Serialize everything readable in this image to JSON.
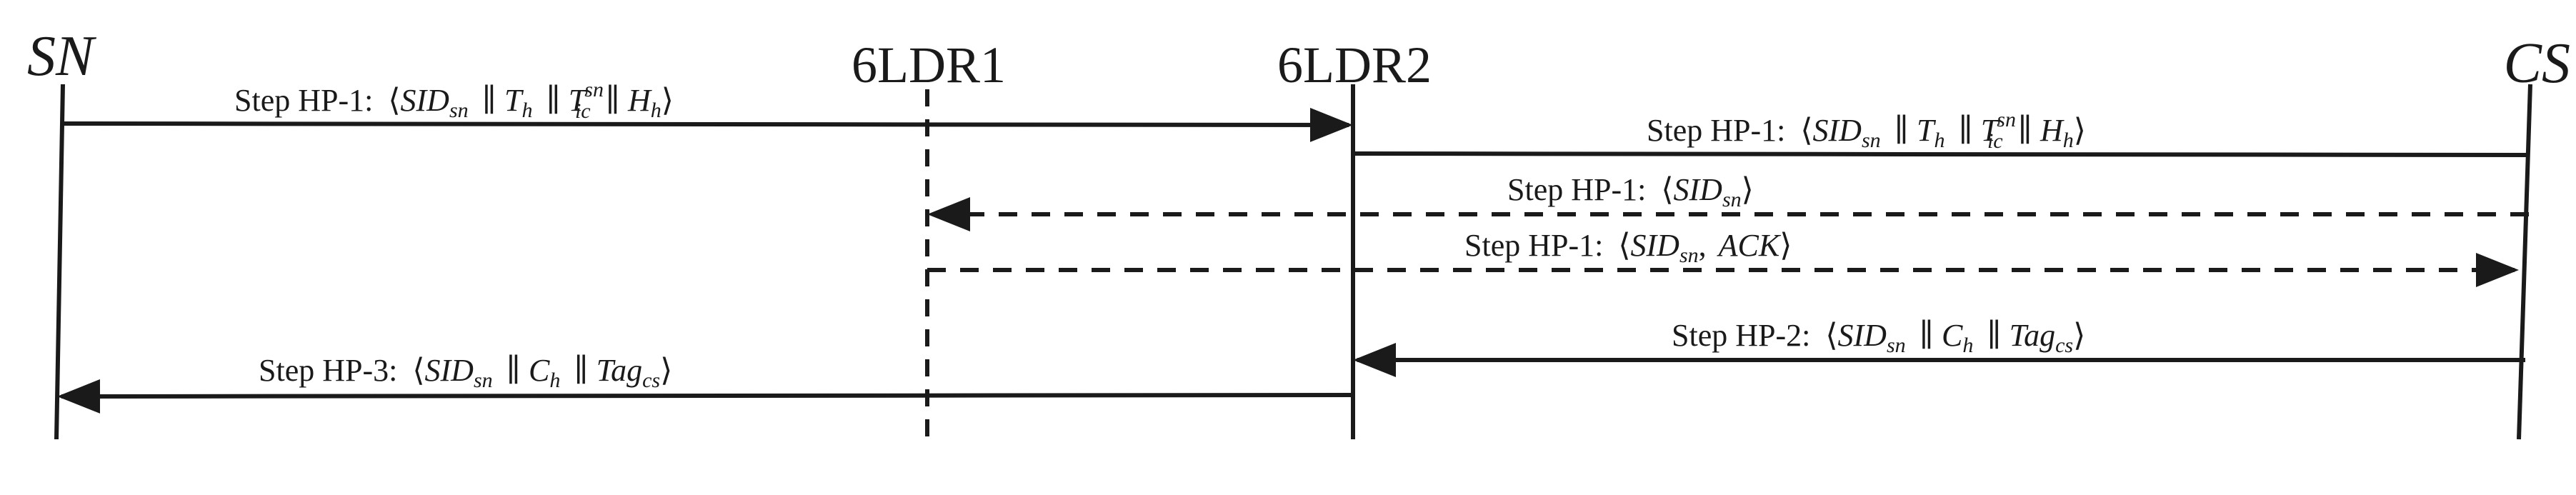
{
  "actors": {
    "sn": "SN",
    "ldr1": "6LDR1",
    "ldr2": "6LDR2",
    "cs": "CS"
  },
  "messages": [
    {
      "from": "sn",
      "to": "ldr2",
      "style": "solid",
      "prefix": "Step HP-1:",
      "parts": {
        "l": "⟨",
        "sid": "SID",
        "sn": "sn",
        "sep": "∥",
        "t": "T",
        "h": "h",
        "ic": "ic",
        "hh": "H",
        "r": "⟩"
      }
    },
    {
      "from": "ldr2",
      "to": "cs",
      "style": "solid",
      "prefix": "Step HP-1:",
      "parts": {
        "l": "⟨",
        "sid": "SID",
        "sn": "sn",
        "sep": "∥",
        "t": "T",
        "h": "h",
        "ic": "ic",
        "hh": "H",
        "r": "⟩"
      }
    },
    {
      "from": "cs",
      "to": "ldr1",
      "style": "dashed",
      "prefix": "Step HP-1:",
      "parts": {
        "l": "⟨",
        "sid": "SID",
        "sn": "sn",
        "r": "⟩"
      }
    },
    {
      "from": "ldr1",
      "to": "cs",
      "style": "dashed",
      "prefix": "Step HP-1:",
      "parts": {
        "l": "⟨",
        "sid": "SID",
        "sn": "sn",
        "comma": ",",
        "ack": "ACK",
        "r": "⟩"
      }
    },
    {
      "from": "cs",
      "to": "ldr2",
      "style": "solid",
      "prefix": "Step HP-2:",
      "parts": {
        "l": "⟨",
        "sid": "SID",
        "sn": "sn",
        "sep": "∥",
        "c": "C",
        "h": "h",
        "tag": "Tag",
        "cs": "cs",
        "r": "⟩"
      }
    },
    {
      "from": "ldr2",
      "to": "sn",
      "style": "solid",
      "prefix": "Step HP-3:",
      "parts": {
        "l": "⟨",
        "sid": "SID",
        "sn": "sn",
        "sep": "∥",
        "c": "C",
        "h": "h",
        "tag": "Tag",
        "cs": "cs",
        "r": "⟩"
      }
    }
  ],
  "colors": {
    "ink": "#1a1a1a",
    "background": "#ffffff"
  }
}
